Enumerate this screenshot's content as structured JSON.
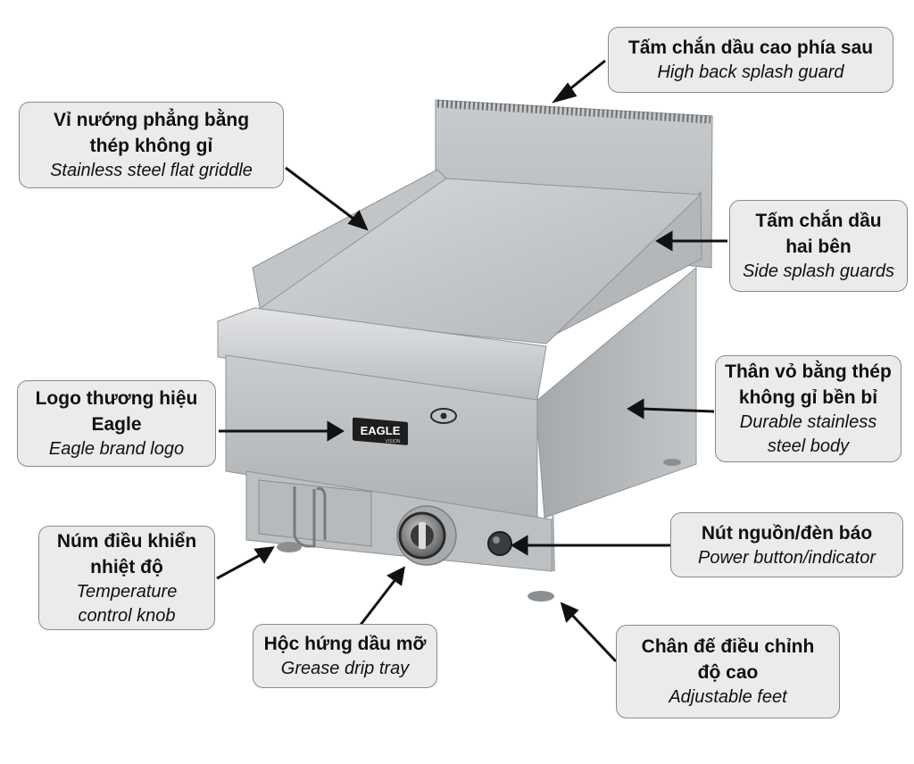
{
  "brand": {
    "logo_text": "EAGLE",
    "logo_subtext": "VISION"
  },
  "colors": {
    "arrow": "#111111",
    "callout_fill": "#ebebeb",
    "callout_border": "#8a8a8a"
  },
  "callouts": {
    "back_splash": {
      "vi": "Tấm chắn dầu cao phía sau",
      "en": "High back splash guard"
    },
    "griddle": {
      "vi": "Vỉ nướng phẳng bằng\nthép không gỉ",
      "en": "Stainless steel flat griddle"
    },
    "side_splash": {
      "vi": "Tấm chắn dầu\nhai bên",
      "en": "Side splash guards"
    },
    "body": {
      "vi": "Thân vỏ bằng thép\nkhông gỉ bền bỉ",
      "en": "Durable stainless\nsteel body"
    },
    "logo": {
      "vi": "Logo thương hiệu\nEagle",
      "en": "Eagle brand logo"
    },
    "knob": {
      "vi": "Núm điều khiển\nnhiệt độ",
      "en": "Temperature\ncontrol knob"
    },
    "power": {
      "vi": "Nút nguồn/đèn báo",
      "en": "Power button/indicator"
    },
    "tray": {
      "vi": "Hộc hứng dầu mỡ",
      "en": "Grease drip tray"
    },
    "feet": {
      "vi": "Chân đế điều chỉnh\nđộ cao",
      "en": "Adjustable feet"
    }
  }
}
